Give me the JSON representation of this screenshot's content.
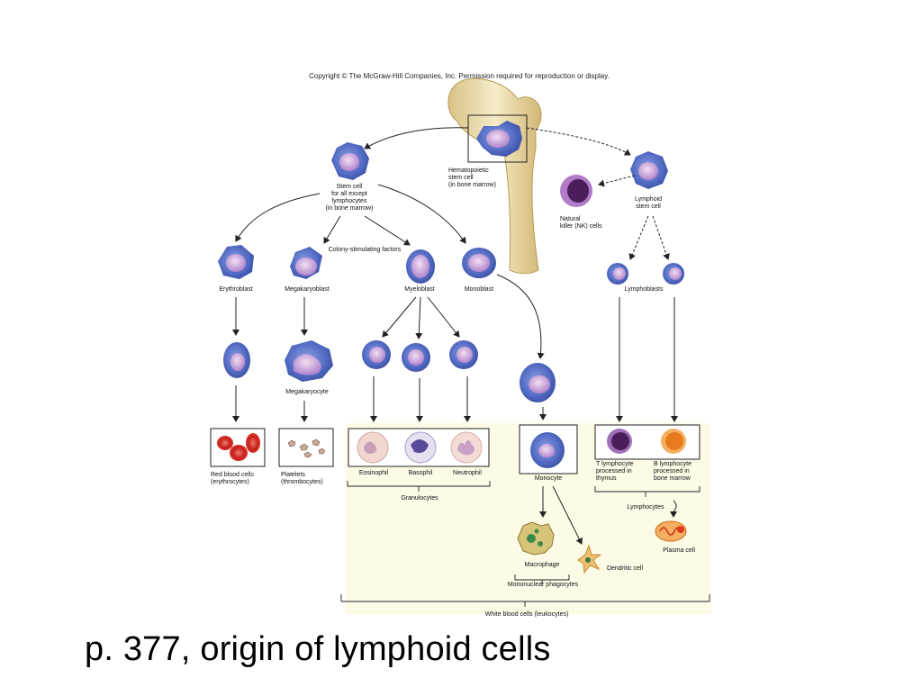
{
  "copyright": "Copyright © The McGraw-Hill Companies, Inc. Permission required for reproduction or display.",
  "caption": "p. 377, origin of lymphoid cells",
  "labels": {
    "hsc": "Hematopoietic\nstem cell\n(in bone marrow)",
    "stem": "Stem cell\nfor all except\nlymphocytes\n(in bone marrow)",
    "csf": "Colony-stimulating factors",
    "erythroblast": "Erythroblast",
    "megakaryoblast": "Megakaryoblast",
    "myeloblast": "Myeloblast",
    "monoblast": "Monoblast",
    "megakaryocyte": "Megakaryocyte",
    "rbc": "Red blood cells\n(erythrocytes)",
    "platelets": "Platelets\n(thrombocytes)",
    "eosinophil": "Eosinophil",
    "basophil": "Basophil",
    "neutrophil": "Neutrophil",
    "granulocytes": "Granulocytes",
    "monocyte": "Monocyte",
    "macrophage": "Macrophage",
    "dendritic": "Dendritic cell",
    "mononuclear": "Mononuclear phagocytes",
    "nk": "Natural\nkiller (NK) cells",
    "lymphoid_stem": "Lymphoid\nstem cell",
    "lymphoblasts": "Lymphoblasts",
    "t_cell": "T lymphocyte\nprocessed in\nthymus",
    "b_cell": "B lymphocyte\nprocessed in\nbone marrow",
    "lymphocytes": "Lymphocytes",
    "plasma": "Plasma cell",
    "wbc": "White blood cells (leukocytes)"
  },
  "colors": {
    "background": "#ffffff",
    "wbc_panel": "#fdfbe6",
    "bone": "#efe2b4",
    "cell_outer": "#5a73c8",
    "cell_inner": "#c99ad6",
    "nk": "#5b2d76",
    "t_cell": "#4a1e5a",
    "b_cell": "#e87a1e",
    "rbc": "#d42a24",
    "macrophage": "#b8a040",
    "arrow": "#222222"
  }
}
